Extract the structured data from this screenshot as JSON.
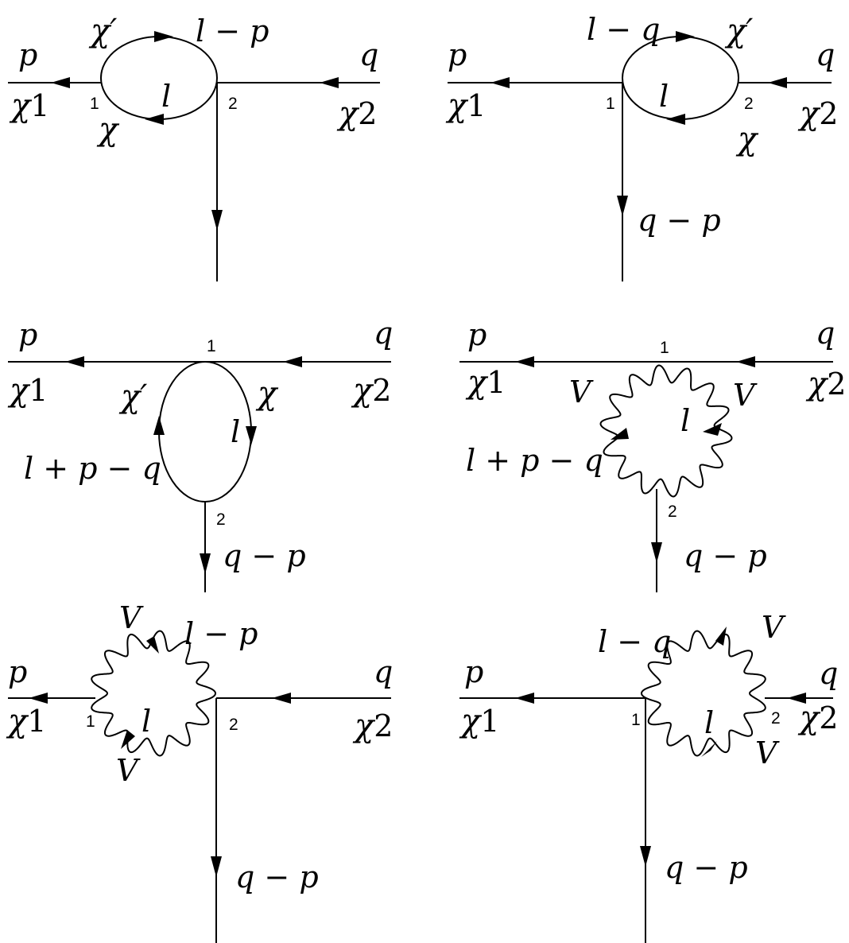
{
  "diagram_a": {
    "p": "p",
    "chi1_sym": "χ",
    "chi1_sub": "1",
    "q": "q",
    "chi2_sym": "χ",
    "chi2_sub": "2",
    "chiprime": "χ′",
    "l_minus_p": "l − p",
    "l": "l",
    "chi": "χ",
    "v1": "1",
    "v2": "2"
  },
  "diagram_b": {
    "p": "p",
    "chi1_sym": "χ",
    "chi1_sub": "1",
    "q": "q",
    "chi2_sym": "χ",
    "chi2_sub": "2",
    "l_minus_q": "l − q",
    "chiprime": "χ′",
    "l": "l",
    "chi": "χ",
    "q_minus_p": "q − p",
    "v1": "1",
    "v2": "2"
  },
  "diagram_c": {
    "p": "p",
    "chi1_sym": "χ",
    "chi1_sub": "1",
    "q": "q",
    "chi2_sym": "χ",
    "chi2_sub": "2",
    "chiprime": "χ′",
    "chi": "χ",
    "l": "l",
    "l_plus_p_minus_q": "l + p − q",
    "q_minus_p": "q − p",
    "v1": "1",
    "v2": "2"
  },
  "diagram_d": {
    "p": "p",
    "chi1_sym": "χ",
    "chi1_sub": "1",
    "q": "q",
    "chi2_sym": "χ",
    "chi2_sub": "2",
    "V_left": "V",
    "V_right": "V",
    "l": "l",
    "l_plus_p_minus_q": "l + p − q",
    "q_minus_p": "q − p",
    "v1": "1",
    "v2": "2"
  },
  "diagram_e": {
    "p": "p",
    "chi1_sym": "χ",
    "chi1_sub": "1",
    "q": "q",
    "chi2_sym": "χ",
    "chi2_sub": "2",
    "V_top": "V",
    "l_minus_p": "l − p",
    "l": "l",
    "V_bottom": "V",
    "q_minus_p": "q − p",
    "v1": "1",
    "v2": "2"
  },
  "diagram_f": {
    "p": "p",
    "chi1_sym": "χ",
    "chi1_sub": "1",
    "q": "q",
    "chi2_sym": "χ",
    "chi2_sub": "2",
    "l_minus_q": "l − q",
    "V_top": "V",
    "l": "l",
    "V_bottom": "V",
    "q_minus_p": "q − p",
    "v1": "1",
    "v2": "2"
  }
}
